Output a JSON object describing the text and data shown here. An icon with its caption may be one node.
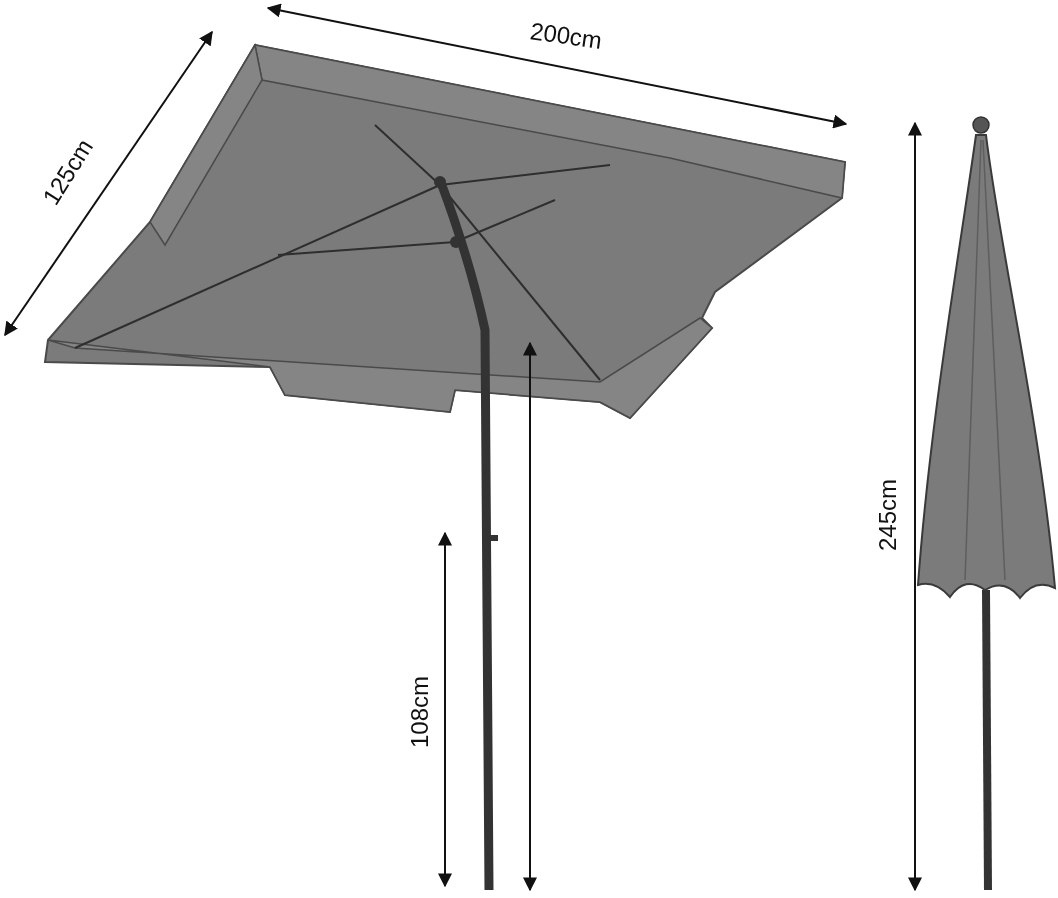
{
  "diagram": {
    "labels": [
      "200cm",
      "125cm",
      "245cm",
      "108cm"
    ]
  }
}
